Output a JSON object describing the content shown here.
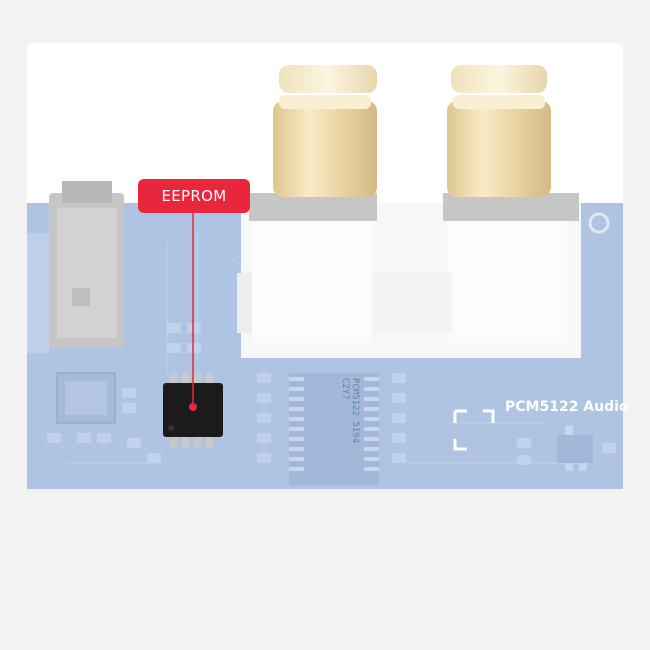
{
  "callout": {
    "label": "EEPROM"
  },
  "board": {
    "silkscreen_label": "PCM5122 Audio",
    "chip_marking": "PCM5122 5194 C2Y7"
  },
  "colors": {
    "callout": "#e8263c",
    "pcb": "#7f9fd2",
    "chip": "#1b1b1b"
  }
}
